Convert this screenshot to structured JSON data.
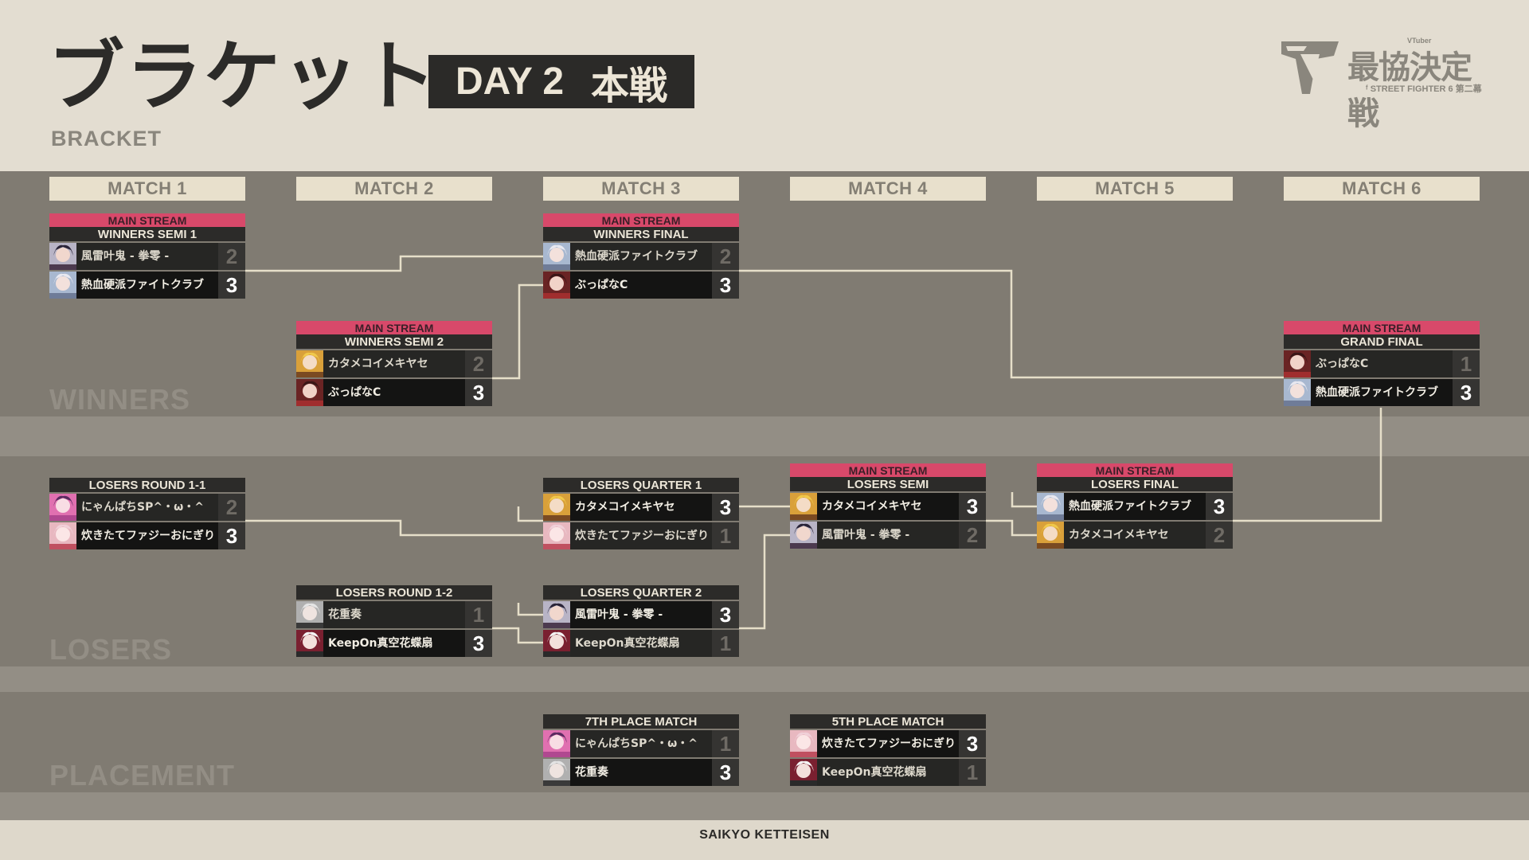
{
  "header": {
    "title_jp": "ブラケット",
    "title_en": "BRACKET",
    "day_label": "DAY 2",
    "day_sub": "本戦",
    "logo_top": "VTuber",
    "logo_text": "最協決定戦",
    "logo_sub": "ᶠ STREET FIGHTER 6 第二幕"
  },
  "columns": [
    "MATCH 1",
    "MATCH 2",
    "MATCH 3",
    "MATCH 4",
    "MATCH 5",
    "MATCH 6"
  ],
  "sections": {
    "winners": "WINNERS",
    "losers": "LOSERS",
    "placement": "PLACEMENT"
  },
  "footer": "SAIKYO KETTEISEN",
  "matches": {
    "ws1": {
      "stream": "MAIN STREAM",
      "title": "WINNERS SEMI 1",
      "p1": "風雷叶鬼 - 拳零 -",
      "s1": "2",
      "p2": "熱血硬派ファイトクラブ",
      "s2": "3"
    },
    "ws2": {
      "stream": "MAIN STREAM",
      "title": "WINNERS SEMI 2",
      "p1": "カタメコイメキヤセ",
      "s1": "2",
      "p2": "ぶっぱなC",
      "s2": "3"
    },
    "wf": {
      "stream": "MAIN STREAM",
      "title": "WINNERS FINAL",
      "p1": "熱血硬派ファイトクラブ",
      "s1": "2",
      "p2": "ぶっぱなC",
      "s2": "3"
    },
    "gf": {
      "stream": "MAIN STREAM",
      "title": "GRAND FINAL",
      "p1": "ぶっぱなC",
      "s1": "1",
      "p2": "熱血硬派ファイトクラブ",
      "s2": "3"
    },
    "lr11": {
      "title": "LOSERS ROUND 1-1",
      "p1": "にゃんぱちSP^・ω・^",
      "s1": "2",
      "p2": "炊きたてファジーおにぎり",
      "s2": "3"
    },
    "lr12": {
      "title": "LOSERS ROUND 1-2",
      "p1": "花重奏",
      "s1": "1",
      "p2": "KeepOn真空花蝶扇",
      "s2": "3"
    },
    "lq1": {
      "title": "LOSERS QUARTER 1",
      "p1": "カタメコイメキヤセ",
      "s1": "3",
      "p2": "炊きたてファジーおにぎり",
      "s2": "1"
    },
    "lq2": {
      "title": "LOSERS QUARTER 2",
      "p1": "風雷叶鬼 - 拳零 -",
      "s1": "3",
      "p2": "KeepOn真空花蝶扇",
      "s2": "1"
    },
    "ls": {
      "stream": "MAIN STREAM",
      "title": "LOSERS SEMI",
      "p1": "カタメコイメキヤセ",
      "s1": "3",
      "p2": "風雷叶鬼 - 拳零 -",
      "s2": "2"
    },
    "lf": {
      "stream": "MAIN STREAM",
      "title": "LOSERS FINAL",
      "p1": "熱血硬派ファイトクラブ",
      "s1": "3",
      "p2": "カタメコイメキヤセ",
      "s2": "2"
    },
    "p7": {
      "title": "7TH PLACE MATCH",
      "p1": "にゃんぱちSP^・ω・^",
      "s1": "1",
      "p2": "花重奏",
      "s2": "3"
    },
    "p5": {
      "title": "5TH PLACE MATCH",
      "p1": "炊きたてファジーおにぎり",
      "s1": "3",
      "p2": "KeepOn真空花蝶扇",
      "s2": "1"
    }
  },
  "colors": {
    "background": "#ded8cb",
    "panel": "#807b72",
    "band": "#938e85",
    "main_stream_tag": "#d8496a",
    "match_title": "#2c2b29",
    "column_header": "#e8e0cc",
    "connector": "#e6dfc9"
  }
}
